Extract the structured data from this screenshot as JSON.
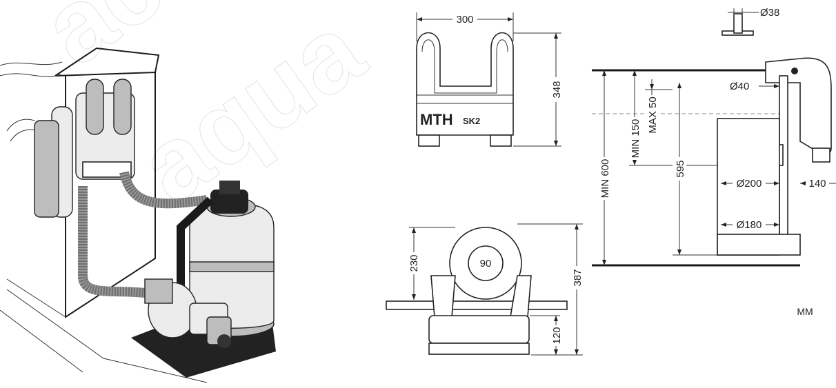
{
  "watermark": {
    "line1": "ac",
    "line2": "aqua"
  },
  "skimmer_front": {
    "width": "300",
    "height": "348",
    "brand": "MTH",
    "model": "SK2"
  },
  "skimmer_side": {
    "height_total": "387",
    "height_upper": "230",
    "height_lower": "120",
    "pipe_diameter": "90"
  },
  "section": {
    "pipe_top": "Ø38",
    "inlet": "Ø40",
    "max_level": "MAX 50",
    "min_level": "MIN 150",
    "min_depth": "MIN 600",
    "body_height": "595",
    "body_outer": "Ø200",
    "body_inner": "Ø180",
    "offset": "140"
  },
  "units": "MM"
}
